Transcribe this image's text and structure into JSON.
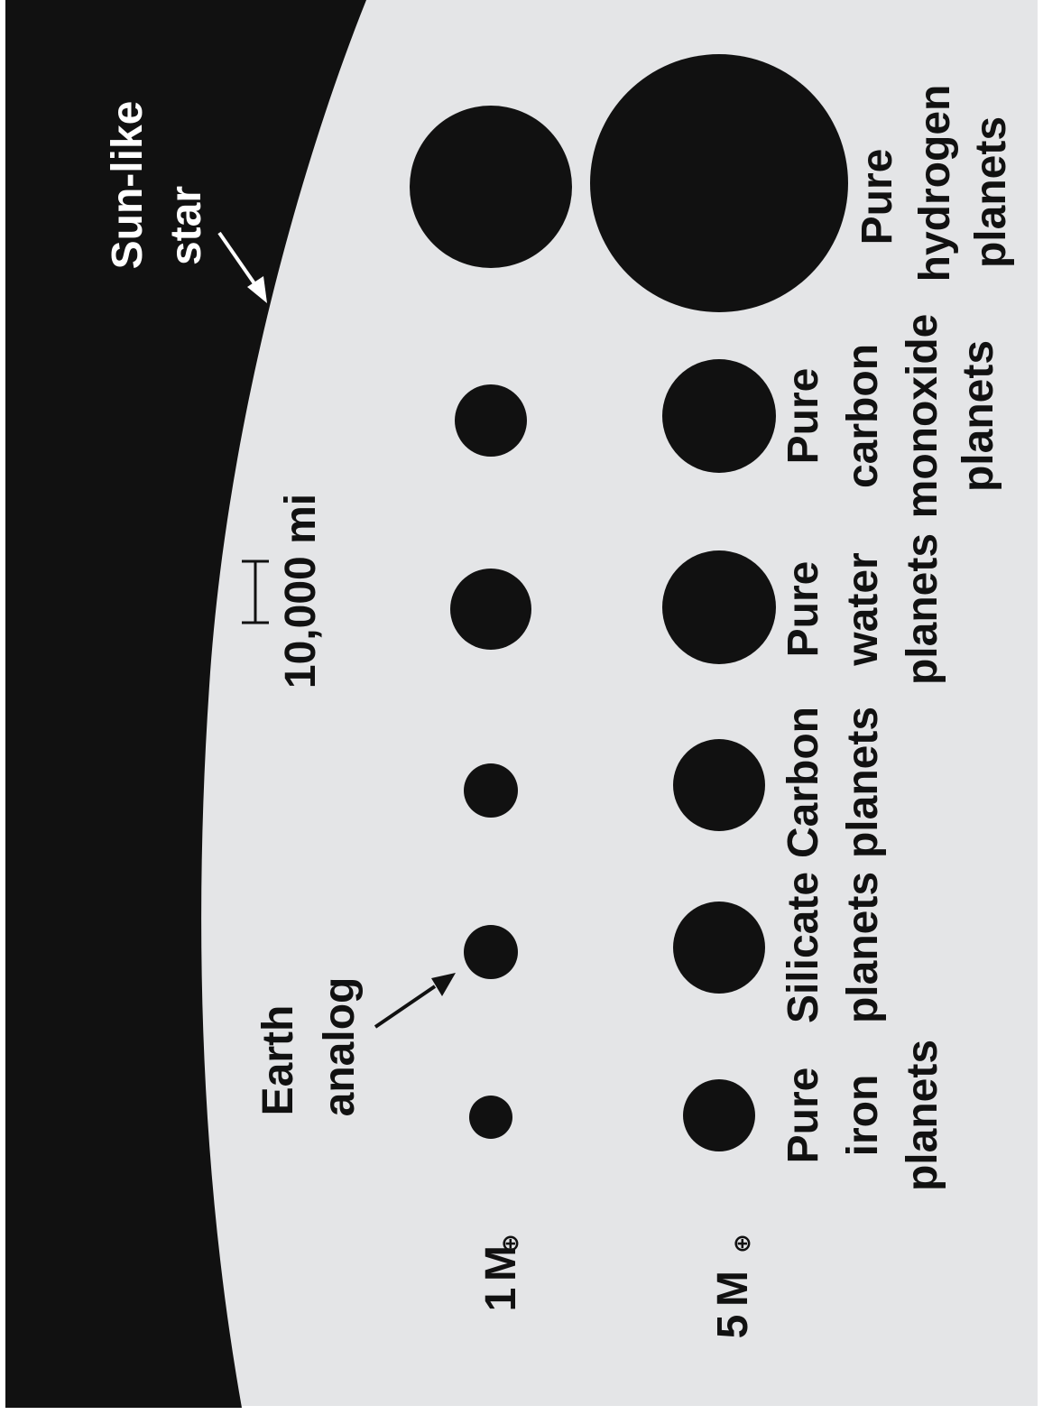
{
  "colors": {
    "background": "#e4e5e7",
    "ink": "#111111",
    "star_label": "#ffffff"
  },
  "star": {
    "label_line1": "Sun-like",
    "label_line2": "star"
  },
  "scale_bar": {
    "label": "10,000 mi"
  },
  "earth_analog": {
    "label_line1": "Earth",
    "label_line2": "analog"
  },
  "mass_rows": [
    {
      "number": "1",
      "unit": "M",
      "symbol": "⊕"
    },
    {
      "number": "5",
      "unit": "M",
      "symbol": "⊕"
    }
  ],
  "compositions": [
    {
      "lines": [
        "Pure",
        "iron",
        "planets"
      ]
    },
    {
      "lines": [
        "Silicate",
        "planets"
      ]
    },
    {
      "lines": [
        "Carbon",
        "planets"
      ]
    },
    {
      "lines": [
        "Pure",
        "water",
        "planets"
      ]
    },
    {
      "lines": [
        "Pure",
        "carbon",
        "monoxide",
        "planets"
      ]
    },
    {
      "lines": [
        "Pure",
        "hydrogen",
        "planets"
      ]
    }
  ]
}
